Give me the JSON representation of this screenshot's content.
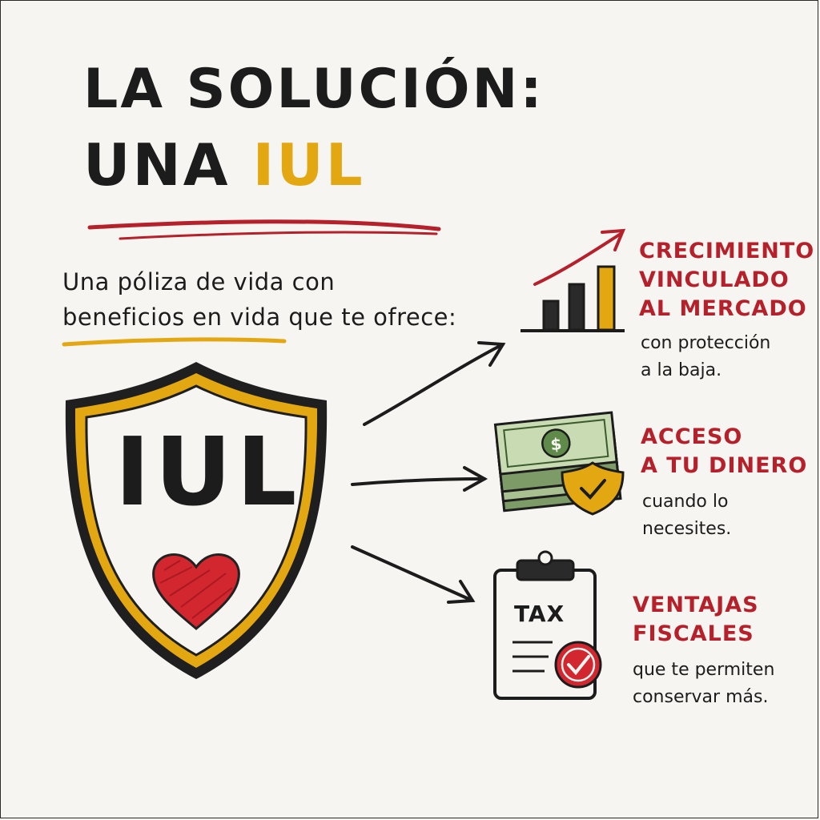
{
  "title": {
    "line1": "LA SOLUCIÓN:",
    "line2_prefix": "UNA ",
    "line2_accent": "IUL"
  },
  "subtitle": {
    "line1": "Una póliza de vida con",
    "line2": "beneficios en vida que te ofrece:"
  },
  "shield": {
    "label": "IUL"
  },
  "benefits": [
    {
      "heading": [
        "CRECIMIENTO",
        "VINCULADO",
        "AL MERCADO"
      ],
      "desc": [
        "con protección",
        "a la baja."
      ],
      "icon": "bar-chart-growth-icon"
    },
    {
      "heading": [
        "ACCESO",
        "A TU DINERO"
      ],
      "desc": [
        "cuando lo",
        "necesites."
      ],
      "icon": "cash-stack-shield-icon"
    },
    {
      "heading": [
        "VENTAJAS",
        "FISCALES"
      ],
      "desc": [
        "que te permiten",
        "conservar más."
      ],
      "icon": "tax-clipboard-check-icon"
    }
  ],
  "tax_icon_label": "TAX",
  "colors": {
    "accent_yellow": "#e3a712",
    "accent_red": "#b5202a",
    "ink": "#1c1c1c",
    "cash_green": "#6f8f5a"
  }
}
